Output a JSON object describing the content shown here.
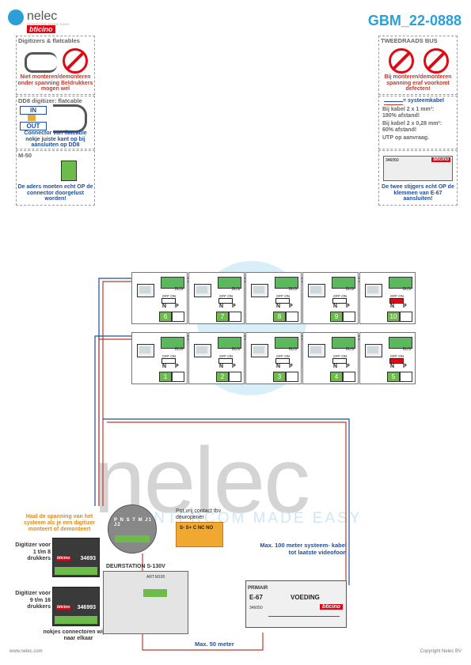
{
  "header": {
    "brand": "nelec",
    "brand_sub": "INTERCOM MADE EASY",
    "partner": "bticino",
    "doc_number": "GBM_22-0888"
  },
  "left_boxes": {
    "digitizers": {
      "title": "Digitizers & flatcables",
      "warning": "Niet monteren/demonteren onder spanning Beldrukkers mogen wel"
    },
    "dd8": {
      "title": "DD8 digitizer: flatcable",
      "in_label": "IN",
      "out_label": "OUT",
      "note": "Connector van flatcable nokje juiste kant op bij aansluiten op DD8"
    },
    "m50": {
      "title": "M-50",
      "note": "De aders moeten echt OP de connector doorgelust worden!"
    }
  },
  "right_boxes": {
    "bus": {
      "title": "TWEEDRAADS BUS",
      "warning": "Bij monteren/demonteren spanning eraf voorkomt defecten!"
    },
    "cable": {
      "legend": "= systeemkabel",
      "line1": "Bij kabel 2 x 1 mm²:",
      "line2": "180% afstand!",
      "line3": "Bij kabel 2 x 0,28 mm²:",
      "line4": "60% afstand!",
      "line5": "UTP op aanvraag."
    },
    "e67": {
      "code": "346050",
      "brand": "bticino",
      "note": "De twee stijgers echt OP de klemmen van E-67 aansluiten!"
    }
  },
  "units": {
    "bus_label": "BUS",
    "offon_label": "OFF ON",
    "n_label": "N",
    "p_label": "P",
    "top_row": [
      "6",
      "7",
      "8",
      "9",
      "10"
    ],
    "bottom_row": [
      "1",
      "2",
      "3",
      "4",
      "5"
    ]
  },
  "bottom": {
    "haal_note": "Haal de spanning van het systeem als je een digitizer monteert of demonteert",
    "digitizer1_label": "Digitizer voor 1 t/m 8 drukkers",
    "digitizer2_label": "Digitizer voor 9 t/m 16 drukkers",
    "digitizer_code1": "34693",
    "digitizer_code2": "346993",
    "door_station": "DEURSTATION S-130V",
    "door_code": "ART.M100",
    "nokjes_note": "nokjes connectoren wijzen naar elkaar",
    "terminal_labels": [
      "P",
      "N",
      "S",
      "T",
      "M",
      "J1",
      "J2"
    ],
    "contact_title": "Pot.vrij contact tbv deuropener",
    "contact_terms": "S- S+ C NC NO",
    "max100": "Max. 100 meter systeem- kabel tot laatste videofoon",
    "max50": "Max. 50 meter",
    "psu_primary": "PRIMAIR",
    "psu_name": "E-67",
    "psu_type": "VOEDING",
    "psu_code": "346050",
    "psu_brand": "bticino"
  },
  "watermark": {
    "word": "nelec",
    "tagline": "INTERCOM MADE EASY"
  },
  "footer": {
    "left": "www.nelec.com",
    "right": "Copyright Nelec BV"
  }
}
